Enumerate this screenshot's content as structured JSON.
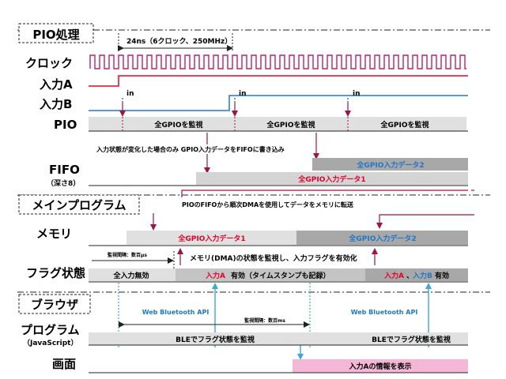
{
  "sections": {
    "pio": "PIO処理",
    "main": "メインプログラム",
    "browser": "ブラウザ"
  },
  "rows": {
    "clock": "クロック",
    "input_a": "入力A",
    "input_b": "入力B",
    "pio": "PIO",
    "fifo": "FIFO",
    "fifo_sub": "（深さ8）",
    "memory": "メモリ",
    "flag": "フラグ状態",
    "program": "プログラム",
    "program_sub": "（JavaScript）",
    "screen": "画面"
  },
  "timing": {
    "clock_period": "24ns（6クロック、250MHz）",
    "in_marker": "in"
  },
  "pio_boxes": [
    "全GPIOを監視",
    "全GPIOを監視",
    "全GPIOを監視"
  ],
  "notes": {
    "pio_to_fifo": "入力状態が変化した場合のみ  GPIO入力データをFIFOに書き込み",
    "fifo_to_mem": "PIOのFIFOから順次DMAを使用してデータをメモリに転送",
    "monitor_us": "監視間隔：数百μs",
    "mem_monitor": "メモリ(DMA)の状態を監視し、入力フラグを有効化",
    "monitor_ms": "監視間隔：数百ms"
  },
  "fifo_boxes": {
    "data2": "全GPIO入力データ2",
    "data1": "全GPIO入力データ1"
  },
  "memory_boxes": {
    "data1": "全GPIO入力データ1",
    "data2": "全GPIO入力データ2"
  },
  "flag_boxes": {
    "none_text": "全入力無効",
    "a_prefix": "入力A",
    "a_suffix": "有効（タイムスタンプも記録）",
    "ab_part1": "入力A",
    "ab_sep": "、",
    "ab_part2": "入力B",
    "ab_suffix": "有効"
  },
  "browser": {
    "api_left": "Web Bluetooth API",
    "api_right": "Web Bluetooth API",
    "poll_left": "BLEでフラグ状態を監視",
    "poll_right": "BLEでフラグ状態を監視",
    "screen_text": "入力Aの情報を表示"
  },
  "colors": {
    "input_a": "#e8002a",
    "input_b": "#1f78c8",
    "arrow": "#9b1545",
    "blue_text": "#1f78c8",
    "red_text": "#e8002a",
    "screen_box": "#f4b8d6",
    "gray_light": "#e0e0e0",
    "gray_mid": "#c4c4c4",
    "gray_dark": "#a8a8a8",
    "dotted_blue": "#38a8e0"
  }
}
